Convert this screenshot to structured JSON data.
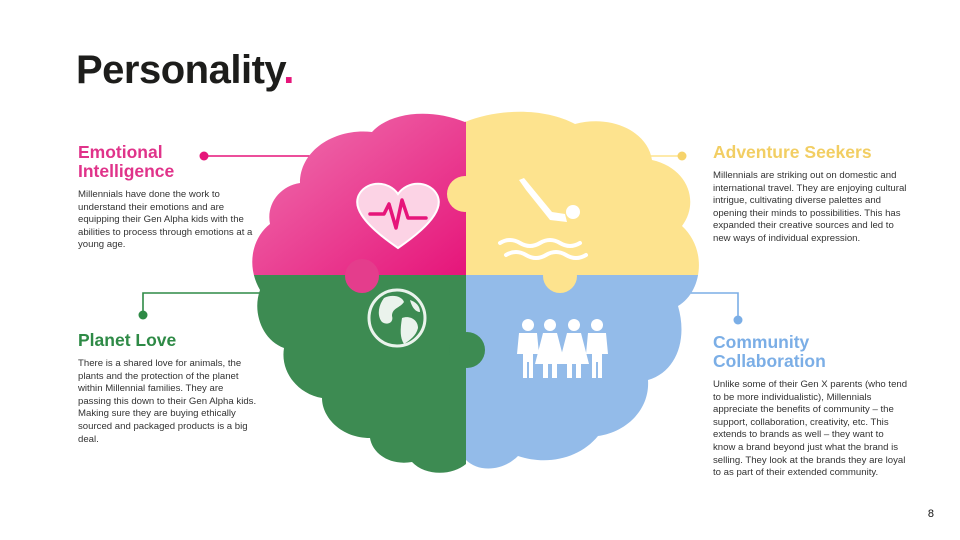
{
  "title": {
    "text": "Personality",
    "dot": "."
  },
  "colors": {
    "pink": "#e6157a",
    "yellow": "#fde38e",
    "green": "#3d8b52",
    "blue": "#93bbe9"
  },
  "quadrants": [
    {
      "id": "emotional-intelligence",
      "heading": "Emotional Intelligence",
      "heading_lines": [
        "Emotional",
        "Intelligence"
      ],
      "body": "Millennials have done the work to understand their emotions and are equipping their Gen Alpha kids with the abilities to process through emotions at a young age.",
      "icon": "heart-pulse-icon"
    },
    {
      "id": "adventure-seekers",
      "heading": "Adventure Seekers",
      "body": "Millennials are striking out on domestic and international travel. They are enjoying cultural intrigue, cultivating diverse palettes and opening their minds to possibilities. This has expanded their creative sources and led to new ways of individual expression.",
      "icon": "diver-icon"
    },
    {
      "id": "planet-love",
      "heading": "Planet Love",
      "body": "There is a shared love for animals, the plants and the protection of the planet within Millennial families.  They are passing this down to their Gen Alpha kids. Making sure they are buying ethically sourced and packaged products is a big deal.",
      "icon": "globe-icon"
    },
    {
      "id": "community-collaboration",
      "heading": "Community Collaboration",
      "heading_lines": [
        "Community",
        "Collaboration"
      ],
      "body": "Unlike some of their Gen X parents (who tend to be more individualistic), Millennials appreciate the benefits of community – the support, collaboration, creativity, etc.  This extends to brands as well – they want to know a brand beyond just what the brand is selling. They look at the brands they are loyal to as part of their extended community.",
      "icon": "people-group-icon"
    }
  ],
  "page_number": "8"
}
